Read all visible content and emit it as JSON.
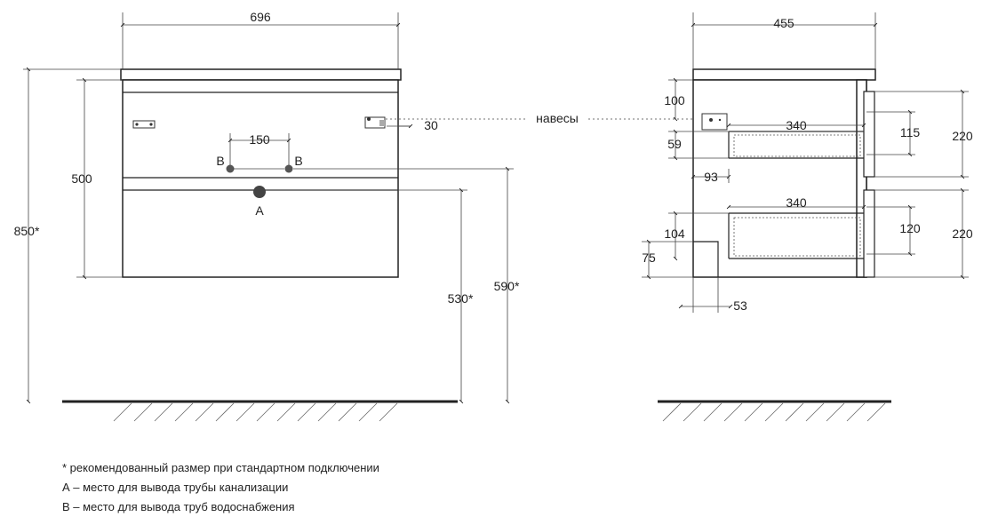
{
  "front_view": {
    "width": "696",
    "overall_height": "850*",
    "body_height": "500",
    "pipe_spacing": "150",
    "hanger_offset": "30",
    "supply_label_left": "B",
    "supply_label_right": "B",
    "drain_label": "A",
    "drain_height": "530*",
    "supply_height": "590*"
  },
  "side_view": {
    "depth": "455",
    "hangers_label": "навесы",
    "top_offset": "100",
    "drawer_depth_top": "340",
    "drawer_depth_bottom": "340",
    "gap_59": "59",
    "offset_93": "93",
    "offset_104": "104",
    "offset_75": "75",
    "offset_53": "53",
    "inner_115": "115",
    "inner_120": "120",
    "drawer_h_top": "220",
    "drawer_h_bottom": "220"
  },
  "legend": {
    "note_star": "* рекомендованный размер при стандартном подключении",
    "note_a": "А – место для вывода трубы канализации",
    "note_b": "В – место для вывода труб водоснабжения"
  }
}
